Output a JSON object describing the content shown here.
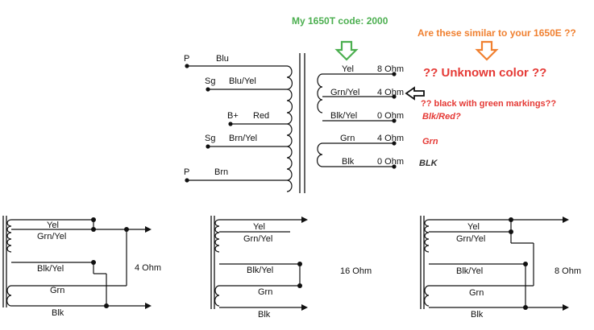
{
  "top_note": {
    "my_code": "My 1650T  code: 2000",
    "question": "Are these similar to your 1650E ??",
    "unknown_color": "?? Unknown color ??",
    "black_green": "?? black with green markings??",
    "blk_red": "Blk/Red?",
    "grn": "Grn",
    "blk": "BLK"
  },
  "colors": {
    "green": "#4caf50",
    "orange": "#f08030",
    "red": "#e53935",
    "dark": "#333333"
  },
  "primary": {
    "p_top": "P",
    "blu": "Blu",
    "sg_top": "Sg",
    "blu_yel": "Blu/Yel",
    "bplus": "B+",
    "red": "Red",
    "sg_bot": "Sg",
    "brn_yel": "Brn/Yel",
    "p_bot": "P",
    "brn": "Brn"
  },
  "secondary": [
    {
      "color": "Yel",
      "tap": "8 Ohm"
    },
    {
      "color": "Grn/Yel",
      "tap": "4 Ohm"
    },
    {
      "color": "Blk/Yel",
      "tap": "0 Ohm"
    },
    {
      "color": "Grn",
      "tap": "4 Ohm"
    },
    {
      "color": "Blk",
      "tap": "0 Ohm"
    }
  ],
  "wiring": [
    {
      "labels": [
        "Yel",
        "Grn/Yel",
        "Blk/Yel",
        "Grn",
        "Blk"
      ],
      "impedance": "4 Ohm"
    },
    {
      "labels": [
        "Yel",
        "Grn/Yel",
        "Blk/Yel",
        "Grn",
        "Blk"
      ],
      "impedance": "16 Ohm"
    },
    {
      "labels": [
        "Yel",
        "Grn/Yel",
        "Blk/Yel",
        "Grn",
        "Blk"
      ],
      "impedance": "8 Ohm"
    }
  ],
  "icons": [
    "green-down-arrow-icon",
    "orange-down-arrow-icon",
    "black-left-arrow-icon"
  ]
}
